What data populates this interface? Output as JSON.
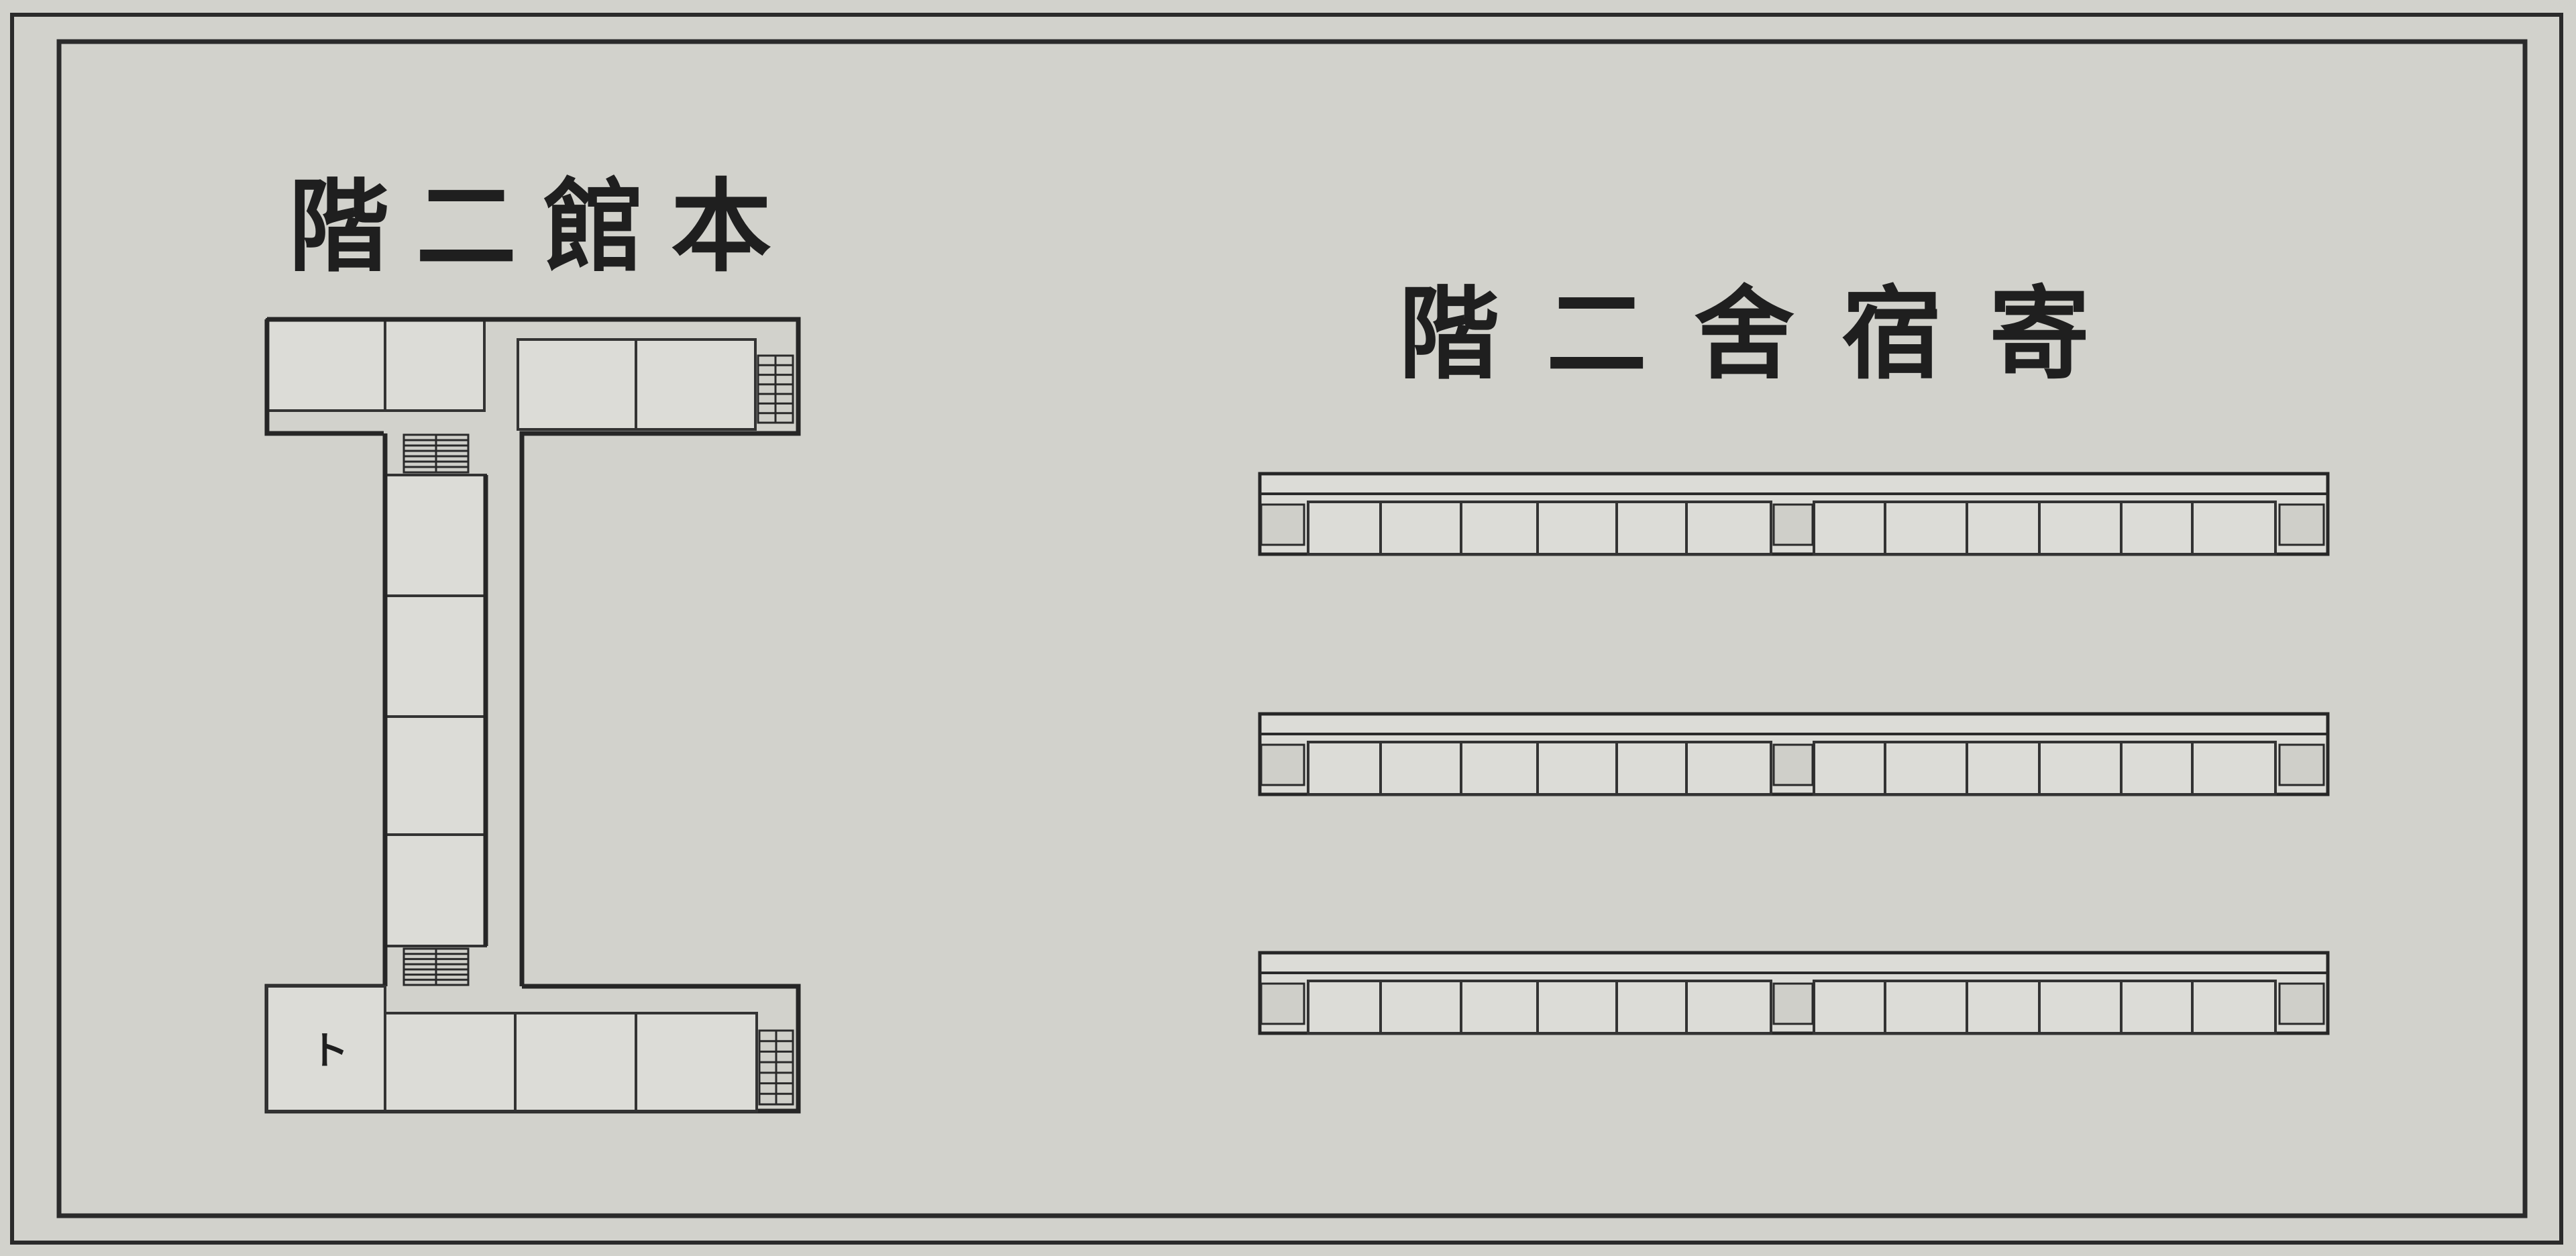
{
  "main_building": {
    "title": "階二館本",
    "room_mark": "ト"
  },
  "dormitory": {
    "title": "階二舍宿寄"
  }
}
